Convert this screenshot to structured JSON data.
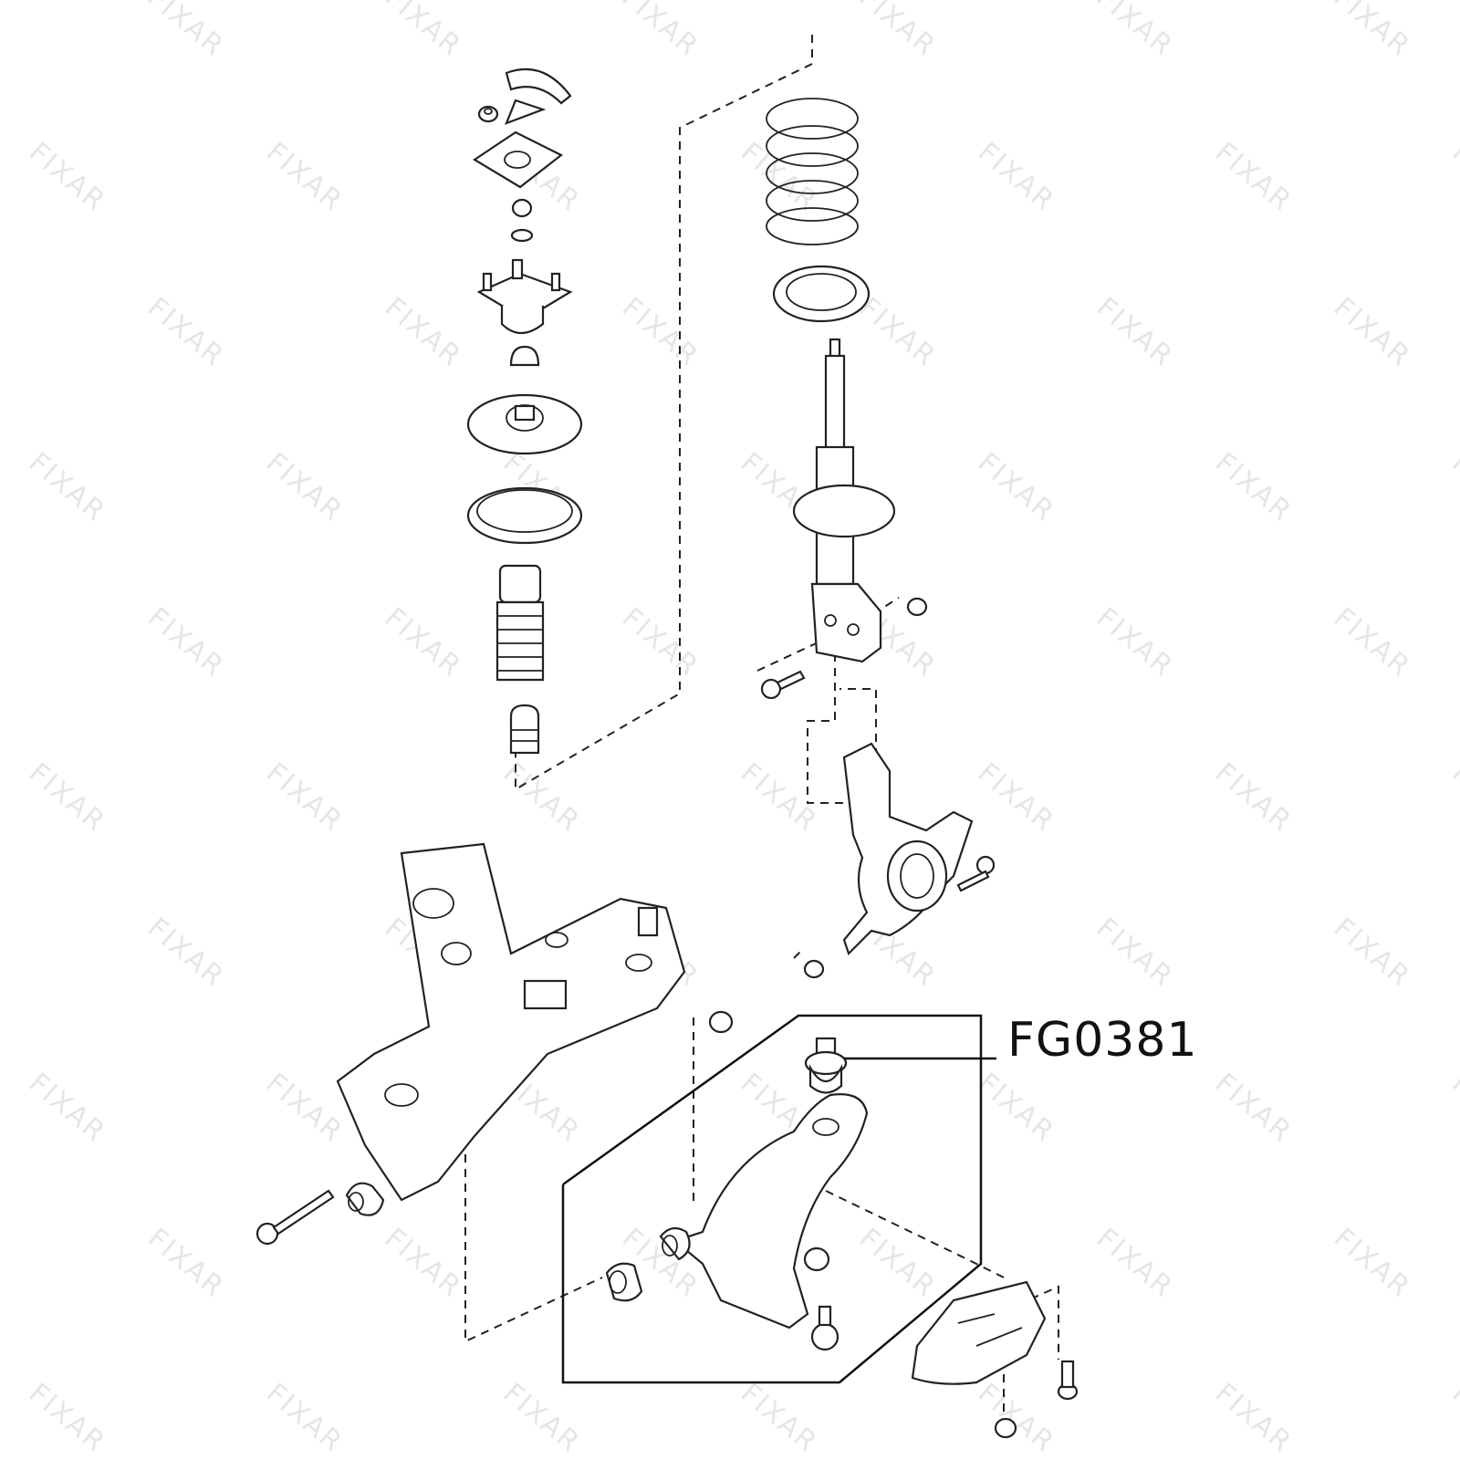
{
  "diagram": {
    "part_label": "FG0381",
    "watermark": "FIXAR",
    "parts": [
      "strut-mount-clip",
      "flange-nut",
      "strut-top-plate",
      "nut",
      "washer",
      "strut-mount",
      "bump-cap",
      "upper-spring-seat",
      "spring-insulator",
      "dust-boot",
      "bump-stop",
      "coil-spring",
      "spring-seat",
      "shock-absorber",
      "knuckle",
      "subframe",
      "lower-control-arm",
      "rear-bushing",
      "front-bushing",
      "ball-joint-bracket"
    ]
  }
}
